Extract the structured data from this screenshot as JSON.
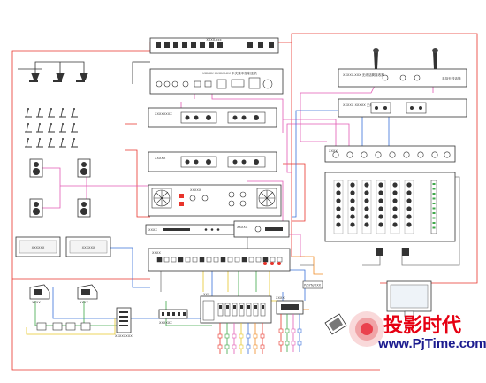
{
  "colors": {
    "red": "#e8342b",
    "pink": "#e25bb5",
    "blue": "#3b72d9",
    "green": "#3fa84a",
    "yellow": "#e7c62a",
    "orange": "#f08a24",
    "gray": "#7d7d7d",
    "dark": "#333333"
  },
  "labels": {
    "power_sequencer": "XXXX-xxx",
    "central_host": "XXXXX   XXXXX-XX 中央集中控制主机",
    "wireless_mic_receiver": "XXXXX-XXX 无线话筒接收器",
    "wireless_handheld": "手持无线话筒",
    "wireless_mic_receiver_2": "XXXXX  XXXXX 无线话筒接收器",
    "mic_terminal": "XXXXXX",
    "dsp_unit": "XXXXXXXX",
    "power_amp_1": "XXXXX",
    "power_amp_2": "XXXXX",
    "power_amp_3": "XXXXX",
    "sub_amp": "XXXXX",
    "dvd_player": "XXXX",
    "matrix_switcher": "XXXX",
    "projector_1": "XXXXXX",
    "projector_2": "XXXXXX",
    "relay_box": "XXXXXXXX",
    "dimmer": "XXXXXX",
    "curtain": "XXX",
    "touch_panel": "XXXX",
    "pc_card": "P/SYN/XXX",
    "mixer": "XXXX",
    "camera_1": "XXXX",
    "camera_2": "XXXX"
  },
  "watermark": {
    "text_cn": "投影时代",
    "url": "www.PjTime.com"
  }
}
